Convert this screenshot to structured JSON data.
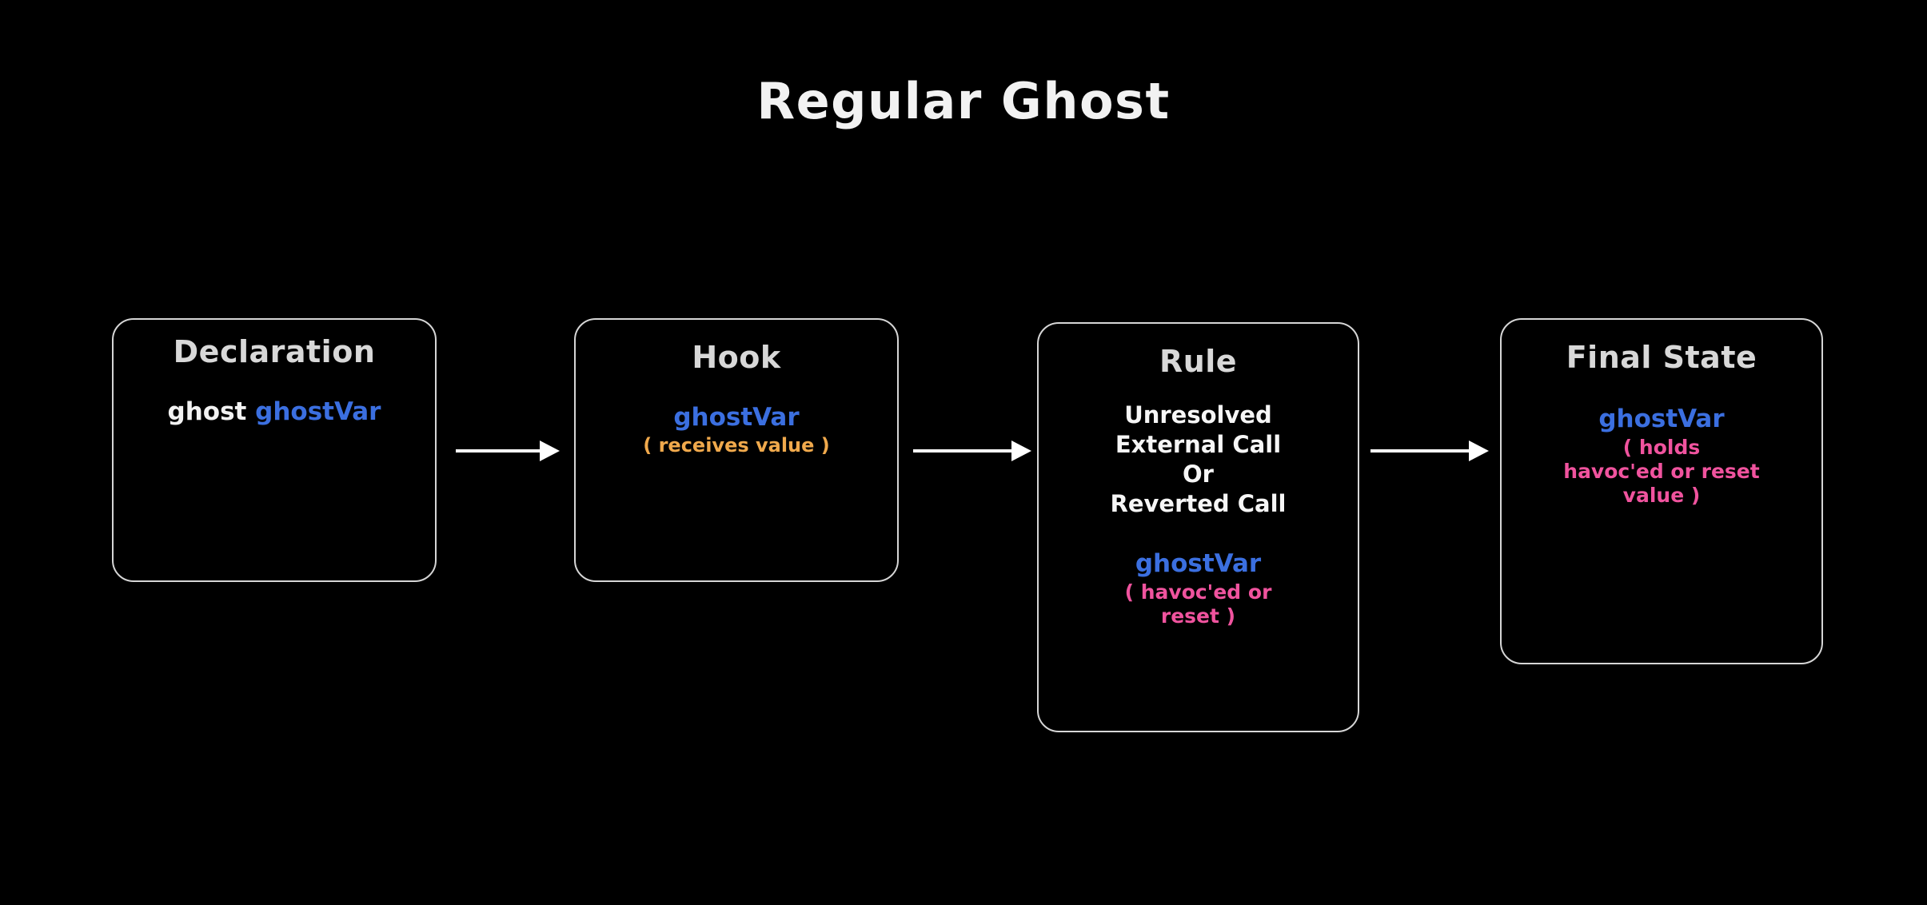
{
  "title": "Regular Ghost",
  "colors": {
    "background": "#000000",
    "box_border": "#d6d6d6",
    "heading": "#d8d8d8",
    "white_text": "#f2f2f2",
    "variable_blue": "#3b6fe0",
    "note_orange": "#f0a94c",
    "note_pink": "#f0539e",
    "arrow": "#ffffff"
  },
  "nodes": {
    "declaration": {
      "title": "Declaration",
      "keyword": "ghost ",
      "variable": "ghostVar"
    },
    "hook": {
      "title": "Hook",
      "variable": "ghostVar",
      "note": "( receives value )"
    },
    "rule": {
      "title": "Rule",
      "condition_lines": [
        "Unresolved",
        "External Call",
        "Or",
        "Reverted Call"
      ],
      "variable": "ghostVar",
      "note": "( havoc'ed or reset )"
    },
    "final_state": {
      "title": "Final State",
      "variable": "ghostVar",
      "note_lines": [
        "( holds",
        "havoc'ed or reset",
        "value )"
      ]
    }
  },
  "arrows": [
    {
      "from": "declaration",
      "to": "hook",
      "glyph": "arrow-right"
    },
    {
      "from": "hook",
      "to": "rule",
      "glyph": "arrow-right"
    },
    {
      "from": "rule",
      "to": "final_state",
      "glyph": "arrow-right"
    }
  ]
}
